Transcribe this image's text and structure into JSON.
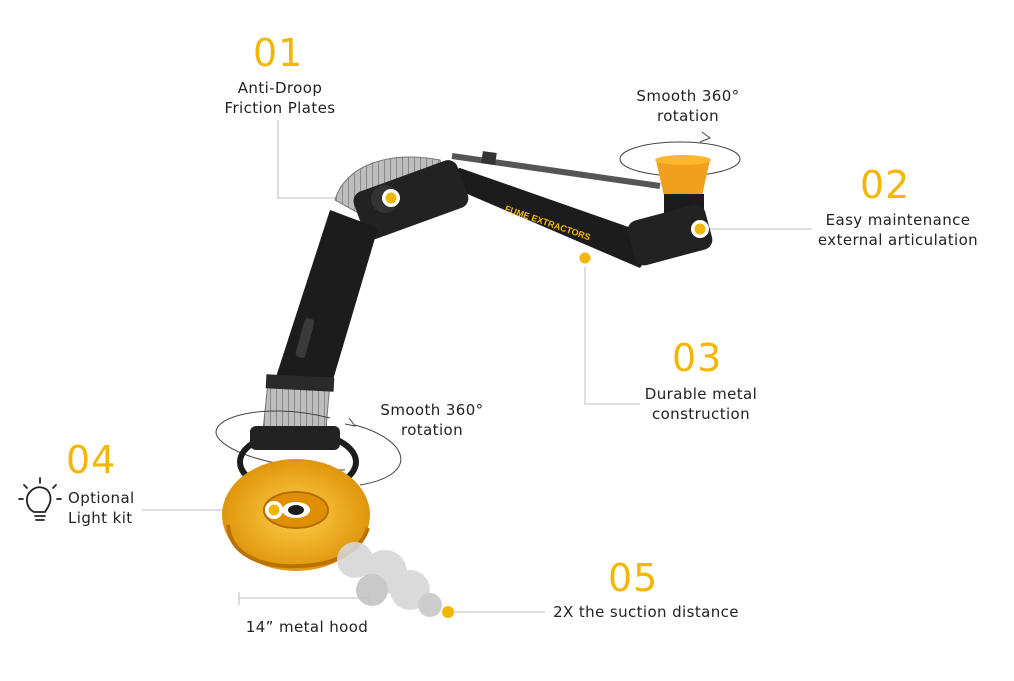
{
  "callouts": [
    {
      "number": "01",
      "line1": "Anti-Droop",
      "line2": "Friction Plates"
    },
    {
      "number": "02",
      "line1": "Easy maintenance",
      "line2": "external articulation"
    },
    {
      "number": "03",
      "line1": "Durable metal",
      "line2": "construction"
    },
    {
      "number": "04",
      "line1": "Optional",
      "line2": "Light kit"
    },
    {
      "number": "05",
      "line1": "2X the suction distance"
    }
  ],
  "rotation_top": {
    "line1": "Smooth 360°",
    "line2": "rotation"
  },
  "rotation_bottom": {
    "line1": "Smooth 360°",
    "line2": "rotation"
  },
  "hood_size": "14” metal hood",
  "brand_logo": "FUME EXTRACTORS",
  "icons": [
    "lightbulb-icon"
  ],
  "colors": {
    "accent": "#f2b705",
    "arm": "#1c1c1c",
    "hood": "#f0a01c"
  }
}
